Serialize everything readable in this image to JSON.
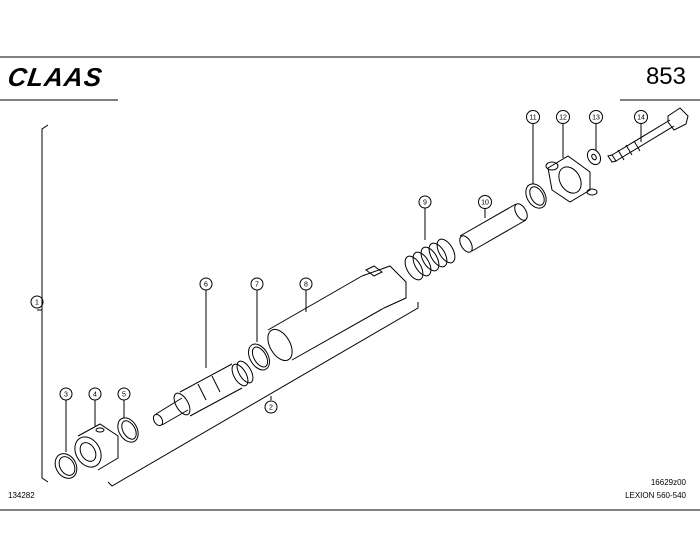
{
  "header": {
    "brand": "CLAAS",
    "page_number": "853"
  },
  "callouts": [
    "1",
    "2",
    "3",
    "4",
    "5",
    "6",
    "7",
    "8",
    "9",
    "10",
    "11",
    "12",
    "13",
    "14"
  ],
  "footer": {
    "figure_code": "16629z00",
    "model": "LEXION 560-540",
    "drawing_number": "134282"
  }
}
